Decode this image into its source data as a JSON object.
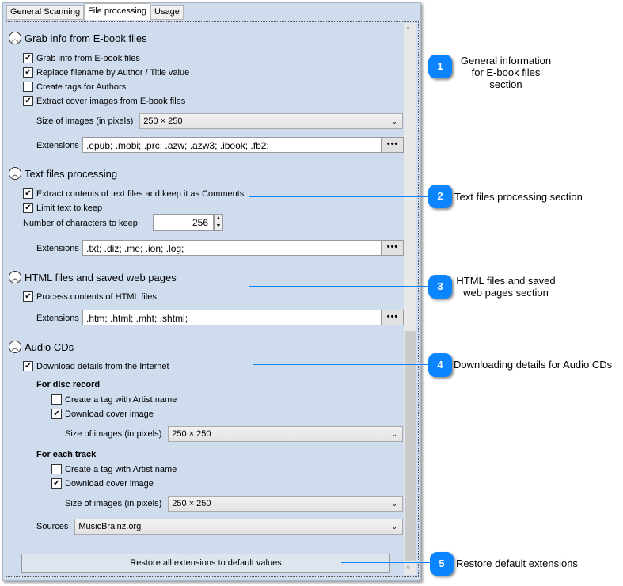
{
  "tabs": [
    "General Scanning",
    "File processing",
    "Usage"
  ],
  "active_tab": "File processing",
  "ebook": {
    "title": "Grab info from E-book files",
    "checks": [
      {
        "label": "Grab info from E-book files",
        "checked": true
      },
      {
        "label": "Replace filename by Author / Title value",
        "checked": true
      },
      {
        "label": "Create tags for Authors",
        "checked": false
      },
      {
        "label": "Extract cover images from E-book files",
        "checked": true
      }
    ],
    "size_label": "Size of images (in pixels)",
    "size_value": "250 × 250",
    "ext_label": "Extensions",
    "ext_value": ".epub; .mobi; .prc; .azw; .azw3; .ibook; .fb2;"
  },
  "text": {
    "title": "Text files processing",
    "checks": [
      {
        "label": "Extract contents of text files and keep it as Comments",
        "checked": true
      },
      {
        "label": "Limit text to keep",
        "checked": true
      }
    ],
    "chars_label": "Number of characters to keep",
    "chars_value": "256",
    "ext_label": "Extensions",
    "ext_value": ".txt; .diz; .me; .ion; .log;"
  },
  "html": {
    "title": "HTML files and saved web pages",
    "checks": [
      {
        "label": "Process contents of HTML files",
        "checked": true
      }
    ],
    "ext_label": "Extensions",
    "ext_value": ".htm; .html; .mht; .shtml;"
  },
  "audio": {
    "title": "Audio CDs",
    "download": {
      "label": "Download details from the Internet",
      "checked": true
    },
    "disc_title": "For disc record",
    "disc_checks": [
      {
        "label": "Create a tag with Artist name",
        "checked": false
      },
      {
        "label": "Download cover image",
        "checked": true
      }
    ],
    "disc_size_label": "Size of images (in pixels)",
    "disc_size_value": "250 × 250",
    "track_title": "For each track",
    "track_checks": [
      {
        "label": "Create a tag with Artist name",
        "checked": false
      },
      {
        "label": "Download cover image",
        "checked": true
      }
    ],
    "track_size_label": "Size of images (in pixels)",
    "track_size_value": "250 × 250",
    "sources_label": "Sources",
    "sources_value": "MusicBrainz.org"
  },
  "restore_button": "Restore all extensions to default values",
  "dots": "•••",
  "callouts": [
    {
      "n": "1",
      "text": "General information\nfor E-book files section"
    },
    {
      "n": "2",
      "text": "Text files processing section"
    },
    {
      "n": "3",
      "text": "HTML files and saved\nweb pages section"
    },
    {
      "n": "4",
      "text": "Downloading details for Audio CDs"
    },
    {
      "n": "5",
      "text": "Restore default extensions"
    }
  ],
  "colors": {
    "panel": "#cfdcee",
    "accent": "#0a84ff"
  }
}
